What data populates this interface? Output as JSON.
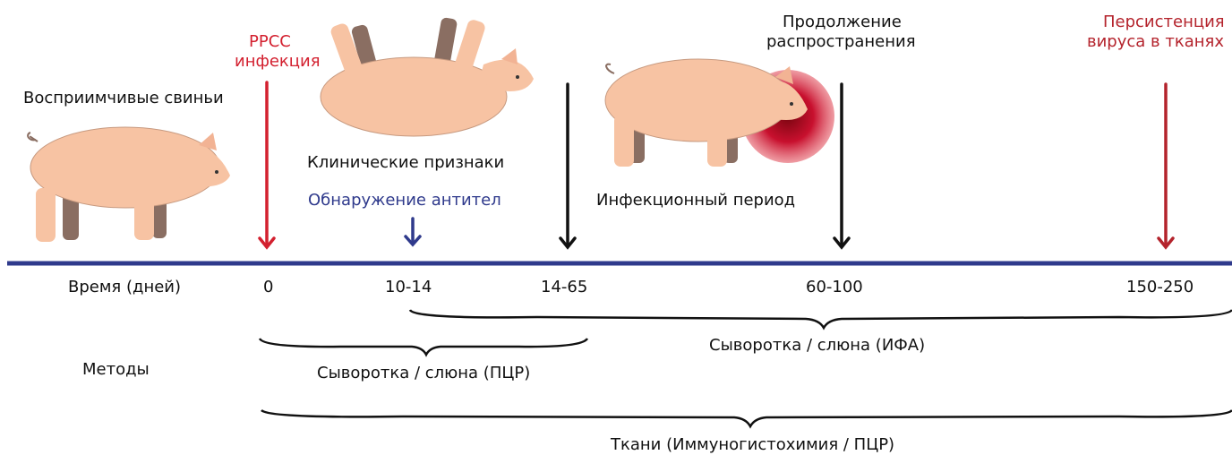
{
  "labels": {
    "susceptible": "Восприимчивые свиньи",
    "prrs_line1": "РРСС",
    "prrs_line2": "инфекция",
    "clinical": "Клинические признаки",
    "antibody": "Обнаружение антител",
    "infectious": "Инфекционный период",
    "spread_line1": "Продолжение",
    "spread_line2": "распространения",
    "persist_line1": "Персистенция",
    "persist_line2": "вируса в тканях"
  },
  "timeline": {
    "axis_label": "Время (дней)",
    "ticks": [
      "0",
      "10-14",
      "14-65",
      "60-100",
      "150-250"
    ]
  },
  "methods": {
    "label": "Методы",
    "serum_pcr": "Сыворотка / слюна (ПЦР)",
    "serum_elisa": "Сыворотка / слюна (ИФА)",
    "tissue": "Ткани (Иммуногистохимия / ПЦР)"
  },
  "colors": {
    "axis": "#2f3a8c",
    "infection": "#d3202f",
    "antibody": "#2f3a8c",
    "persistence": "#b4232c",
    "pig_body": "#f7c3a3",
    "pig_leg": "#8a6e62"
  },
  "icons": [
    "pig-standing-icon",
    "pig-lying-icon",
    "pig-infected-icon"
  ]
}
